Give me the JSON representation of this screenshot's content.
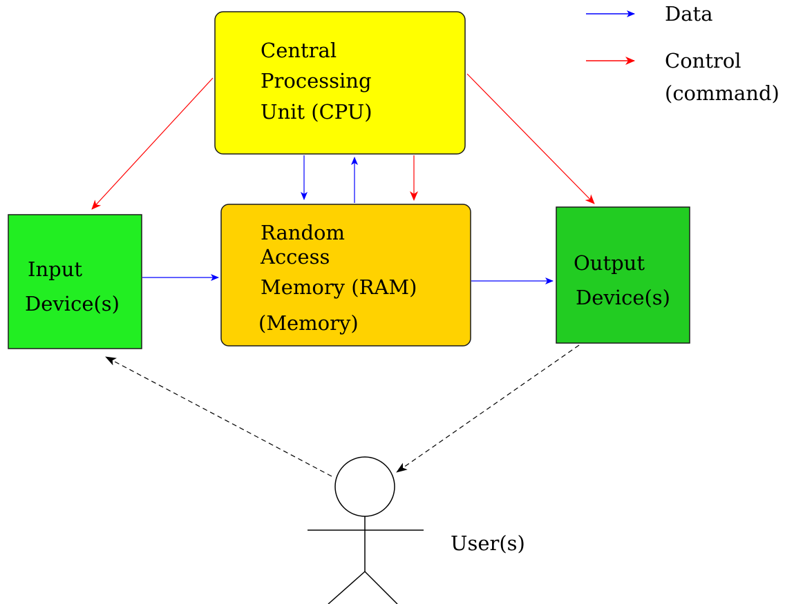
{
  "legend": {
    "data_label": "Data",
    "control_label_line1": "Control",
    "control_label_line2": "(command)"
  },
  "cpu": {
    "line1": "Central",
    "line2": "Processing",
    "line3": "Unit (CPU)"
  },
  "ram": {
    "line1": "Random",
    "line2": "Access",
    "line3": "Memory (RAM)",
    "line4": "(Memory)"
  },
  "input": {
    "line1": "Input",
    "line2": "Device(s)"
  },
  "output": {
    "line1": "Output",
    "line2": "Device(s)"
  },
  "user": {
    "label": "User(s)"
  },
  "colors": {
    "cpu_fill": "#ffff00",
    "ram_fill": "#ffd200",
    "input_fill": "#22ee22",
    "output_fill": "#22cc22",
    "data_arrow": "#0000ff",
    "control_arrow": "#ff0000",
    "user_arrow": "#000000"
  }
}
